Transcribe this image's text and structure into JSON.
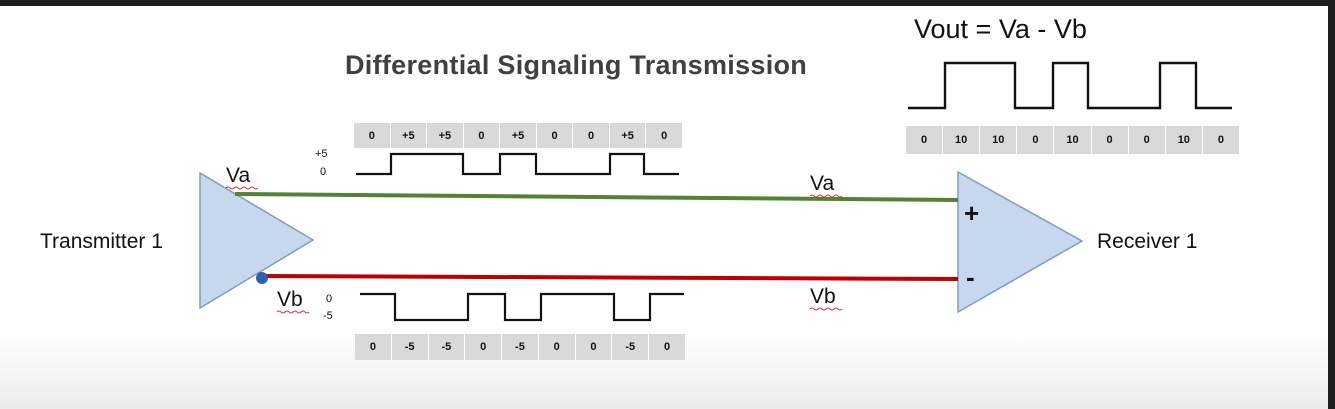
{
  "title": "Differential Signaling Transmission",
  "formula": "Vout = Va - Vb",
  "transmitter_label": "Transmitter 1",
  "receiver_label": "Receiver 1",
  "va_label": "Va",
  "vb_label": "Vb",
  "plus_sign": "+",
  "minus_sign": "-",
  "va_levels": {
    "high": "+5",
    "low": "0"
  },
  "vb_levels": {
    "high": "0",
    "low": "-5"
  },
  "va_values": [
    "0",
    "+5",
    "+5",
    "0",
    "+5",
    "0",
    "0",
    "+5",
    "0"
  ],
  "vb_values": [
    "0",
    "-5",
    "-5",
    "0",
    "-5",
    "0",
    "0",
    "-5",
    "0"
  ],
  "vout_values": [
    "0",
    "10",
    "10",
    "0",
    "10",
    "0",
    "0",
    "10",
    "0"
  ],
  "colors": {
    "triangle_fill": "#c6d7ee",
    "triangle_stroke": "#7f9cc4",
    "va_line": "#548235",
    "vb_line": "#c00000",
    "dot": "#2e5fb0",
    "cell_bg": "#d9d9d9"
  }
}
